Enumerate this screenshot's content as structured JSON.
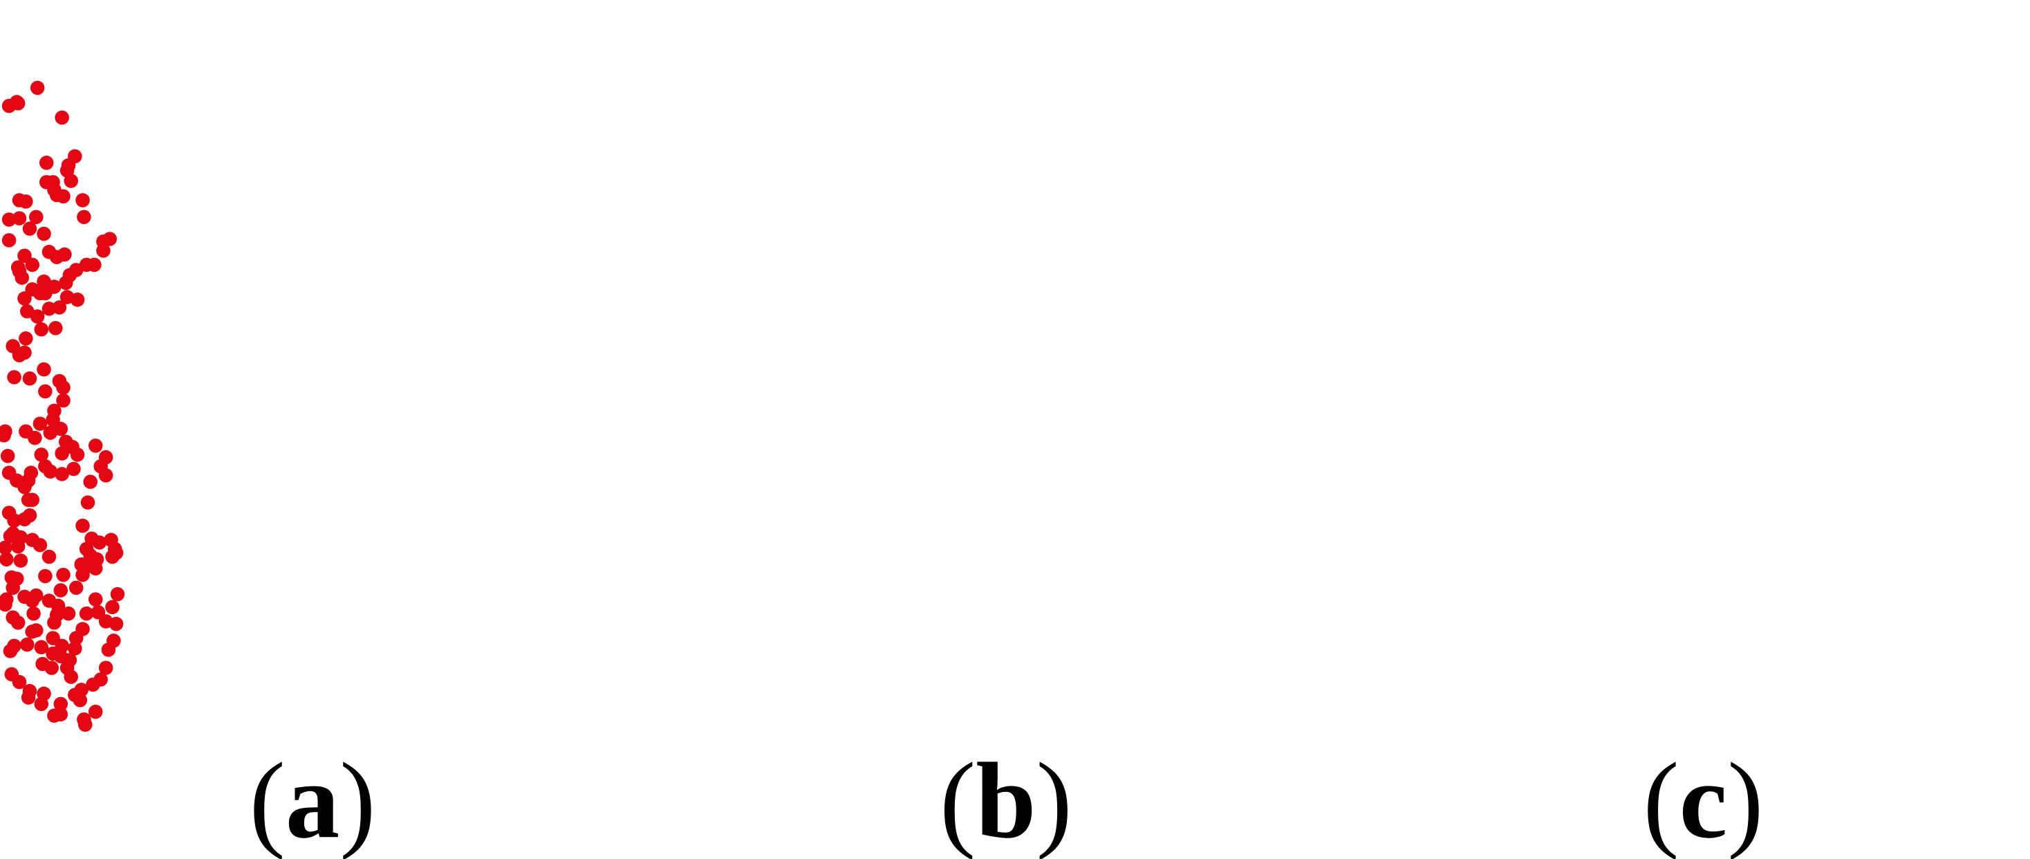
{
  "chart_data": [
    {
      "type": "scatter",
      "panel_label": "a",
      "points": [
        [
          11,
          79,
          "circle",
          "#e30613",
          0
        ],
        [
          12,
          80,
          "circle",
          "#e30613",
          0
        ],
        [
          5,
          82,
          "circle",
          "#e30613",
          0
        ],
        [
          27,
          68,
          "circle",
          "#e30613",
          0
        ],
        [
          46,
          91,
          "circle",
          "#e30613",
          0
        ],
        [
          56,
          121,
          "circle",
          "#e30613",
          0
        ],
        [
          51,
          128,
          "circle",
          "#e30613",
          0
        ],
        [
          39,
          141,
          "circle",
          "#e30613",
          0
        ],
        [
          34,
          141,
          "circle",
          "#e30613",
          0
        ],
        [
          34,
          126,
          "circle",
          "#e30613",
          0
        ],
        [
          40,
          147,
          "circle",
          "#e30613",
          0
        ],
        [
          42,
          151,
          "circle",
          "#e30613",
          0
        ],
        [
          50,
          132,
          "circle",
          "#e30613",
          0
        ],
        [
          53,
          140,
          "circle",
          "#e30613",
          0
        ],
        [
          47,
          152,
          "circle",
          "#e30613",
          0
        ],
        [
          62,
          155,
          "circle",
          "#e30613",
          0
        ],
        [
          63,
          168,
          "circle",
          "#e30613",
          0
        ],
        [
          78,
          187,
          "circle",
          "#e30613",
          0
        ],
        [
          83,
          185,
          "circle",
          "#e30613",
          0
        ],
        [
          78,
          194,
          "circle",
          "#e30613",
          0
        ],
        [
          71,
          205,
          "circle",
          "#e30613",
          0
        ],
        [
          65,
          205,
          "circle",
          "#e30613",
          0
        ],
        [
          57,
          209,
          "circle",
          "#e30613",
          0
        ],
        [
          52,
          213,
          "circle",
          "#e30613",
          0
        ],
        [
          58,
          232,
          "circle",
          "#e30613",
          0
        ],
        [
          50,
          230,
          "circle",
          "#e30613",
          0
        ],
        [
          49,
          219,
          "circle",
          "#e30613",
          0
        ],
        [
          48,
          197,
          "circle",
          "#e30613",
          0
        ],
        [
          42,
          199,
          "circle",
          "#e30613",
          0
        ],
        [
          32,
          218,
          "circle",
          "#e30613",
          0
        ],
        [
          36,
          239,
          "circle",
          "#e30613",
          0
        ],
        [
          41,
          254,
          "circle",
          "#e30613",
          0
        ],
        [
          30,
          255,
          "circle",
          "#e30613",
          0
        ],
        [
          27,
          245,
          "circle",
          "#e30613",
          0
        ],
        [
          29,
          227,
          "circle",
          "#e30613",
          0
        ],
        [
          33,
          227,
          "circle",
          "#e30613",
          0
        ],
        [
          40,
          222,
          "circle",
          "#e30613",
          0
        ],
        [
          44,
          238,
          "circle",
          "#e30613",
          0
        ],
        [
          36,
          195,
          "circle",
          "#e30613",
          0
        ],
        [
          32,
          181,
          "circle",
          "#e30613",
          0
        ],
        [
          26,
          168,
          "circle",
          "#e30613",
          0
        ],
        [
          18,
          156,
          "circle",
          "#e30613",
          0
        ],
        [
          13,
          155,
          "circle",
          "#e30613",
          0
        ],
        [
          21,
          177,
          "circle",
          "#e30613",
          0
        ],
        [
          17,
          198,
          "circle",
          "#e30613",
          0
        ],
        [
          5,
          186,
          "circle",
          "#e30613",
          0
        ],
        [
          5,
          170,
          "circle",
          "#e30613",
          0
        ],
        [
          13,
          169,
          "circle",
          "#e30613",
          0
        ],
        [
          15,
          215,
          "circle",
          "#e30613",
          0
        ],
        [
          12,
          207,
          "circle",
          "#e30613",
          0
        ],
        [
          13,
          210,
          "circle",
          "#e30613",
          0
        ],
        [
          23,
          205,
          "circle",
          "#e30613",
          0
        ],
        [
          23,
          224,
          "circle",
          "#e30613",
          0
        ],
        [
          17,
          231,
          "circle",
          "#e30613",
          0
        ],
        [
          19,
          241,
          "circle",
          "#e30613",
          0
        ],
        [
          18,
          262,
          "circle",
          "#e30613",
          0
        ],
        [
          17,
          273,
          "circle",
          "#e30613",
          0
        ],
        [
          21,
          293,
          "circle",
          "#e30613",
          0
        ],
        [
          8,
          268,
          "circle",
          "#e30613",
          0
        ],
        [
          13,
          275,
          "circle",
          "#e30613",
          0
        ],
        [
          9,
          292,
          "circle",
          "#e30613",
          0
        ],
        [
          32,
          286,
          "circle",
          "#e30613",
          0
        ],
        [
          33,
          303,
          "circle",
          "#e30613",
          0
        ],
        [
          44,
          295,
          "circle",
          "#e30613",
          0
        ],
        [
          47,
          300,
          "circle",
          "#e30613",
          0
        ],
        [
          47,
          310,
          "circle",
          "#e30613",
          0
        ],
        [
          40,
          318,
          "circle",
          "#e30613",
          0
        ],
        [
          39,
          325,
          "circle",
          "#e30613",
          0
        ],
        [
          29,
          328,
          "circle",
          "#e30613",
          0
        ],
        [
          37,
          335,
          "circle",
          "#e30613",
          0
        ],
        [
          45,
          332,
          "circle",
          "#e30613",
          0
        ],
        [
          49,
          342,
          "circle",
          "#e30613",
          0
        ],
        [
          54,
          346,
          "circle",
          "#e30613",
          0
        ],
        [
          46,
          351,
          "circle",
          "#e30613",
          0
        ],
        [
          46,
          367,
          "circle",
          "#e30613",
          0
        ],
        [
          33,
          361,
          "circle",
          "#e30613",
          0
        ],
        [
          37,
          365,
          "circle",
          "#e30613",
          0
        ],
        [
          22,
          366,
          "circle",
          "#e30613",
          0
        ],
        [
          20,
          372,
          "circle",
          "#e30613",
          0
        ],
        [
          17,
          377,
          "circle",
          "#e30613",
          0
        ],
        [
          11,
          372,
          "circle",
          "#e30613",
          0
        ],
        [
          5,
          366,
          "circle",
          "#e30613",
          0
        ],
        [
          4,
          353,
          "circle",
          "#e30613",
          0
        ],
        [
          1,
          337,
          "circle",
          "#e30613",
          0
        ],
        [
          2,
          334,
          "circle",
          "#e30613",
          0
        ],
        [
          18,
          334,
          "circle",
          "#e30613",
          0
        ],
        [
          25,
          339,
          "circle",
          "#e30613",
          0
        ],
        [
          30,
          352,
          "circle",
          "#e30613",
          0
        ],
        [
          55,
          363,
          "circle",
          "#e30613",
          0
        ],
        [
          58,
          352,
          "circle",
          "#e30613",
          0
        ],
        [
          72,
          345,
          "circle",
          "#e30613",
          0
        ],
        [
          80,
          354,
          "circle",
          "#e30613",
          0
        ],
        [
          76,
          361,
          "circle",
          "#e30613",
          0
        ],
        [
          80,
          368,
          "circle",
          "#e30613",
          0
        ],
        [
          68,
          373,
          "circle",
          "#e30613",
          0
        ],
        [
          66,
          389,
          "circle",
          "#e30613",
          0
        ],
        [
          62,
          407,
          "circle",
          "#e30613",
          0
        ],
        [
          65,
          425,
          "circle",
          "#e30613",
          0
        ],
        [
          68,
          438,
          "circle",
          "#e30613",
          0
        ],
        [
          73,
          433,
          "circle",
          "#e30613",
          0
        ],
        [
          61,
          437,
          "circle",
          "#e30613",
          0
        ],
        [
          75,
          420,
          "circle",
          "#e30613",
          0
        ],
        [
          72,
          440,
          "circle",
          "#e30613",
          0
        ],
        [
          68,
          430,
          "circle",
          "#e30613",
          0
        ],
        [
          69,
          417,
          "circle",
          "#e30613",
          0
        ],
        [
          84,
          418,
          "circle",
          "#e30613",
          0
        ],
        [
          87,
          425,
          "circle",
          "#e30613",
          0
        ],
        [
          85,
          431,
          "circle",
          "#e30613",
          0
        ],
        [
          88,
          428,
          "circle",
          "#e30613",
          0
        ],
        [
          89,
          460,
          "circle",
          "#e30613",
          0
        ],
        [
          85,
          470,
          "circle",
          "#e30613",
          0
        ],
        [
          72,
          464,
          "circle",
          "#e30613",
          0
        ],
        [
          65,
          475,
          "circle",
          "#e30613",
          0
        ],
        [
          51,
          475,
          "circle",
          "#e30613",
          0
        ],
        [
          43,
          469,
          "circle",
          "#e30613",
          0
        ],
        [
          42,
          476,
          "circle",
          "#e30613",
          0
        ],
        [
          45,
          457,
          "circle",
          "#e30613",
          0
        ],
        [
          57,
          455,
          "circle",
          "#e30613",
          0
        ],
        [
          62,
          445,
          "circle",
          "#e30613",
          0
        ],
        [
          47,
          445,
          "circle",
          "#e30613",
          0
        ],
        [
          33,
          446,
          "circle",
          "#e30613",
          0
        ],
        [
          36,
          431,
          "circle",
          "#e30613",
          0
        ],
        [
          29,
          422,
          "circle",
          "#e30613",
          0
        ],
        [
          23,
          418,
          "circle",
          "#e30613",
          0
        ],
        [
          21,
          399,
          "circle",
          "#e30613",
          0
        ],
        [
          20,
          387,
          "circle",
          "#e30613",
          0
        ],
        [
          23,
          387,
          "circle",
          "#e30613",
          0
        ],
        [
          5,
          397,
          "circle",
          "#e30613",
          0
        ],
        [
          8,
          413,
          "circle",
          "#e30613",
          0
        ],
        [
          2,
          424,
          "circle",
          "#e30613",
          0
        ],
        [
          3,
          433,
          "circle",
          "#e30613",
          0
        ],
        [
          7,
          447,
          "circle",
          "#e30613",
          0
        ],
        [
          11,
          448,
          "circle",
          "#e30613",
          0
        ],
        [
          14,
          434,
          "circle",
          "#e30613",
          0
        ],
        [
          12,
          423,
          "circle",
          "#e30613",
          0
        ],
        [
          9,
          403,
          "circle",
          "#e30613",
          0
        ],
        [
          17,
          402,
          "circle",
          "#e30613",
          0
        ],
        [
          14,
          416,
          "circle",
          "#e30613",
          0
        ],
        [
          6,
          415,
          "circle",
          "#e30613",
          0
        ],
        [
          8,
          455,
          "circle",
          "#e30613",
          0
        ],
        [
          17,
          462,
          "circle",
          "#e30613",
          0
        ],
        [
          26,
          461,
          "circle",
          "#e30613",
          0
        ],
        [
          36,
          465,
          "circle",
          "#e30613",
          0
        ],
        [
          40,
          482,
          "circle",
          "#e30613",
          0
        ],
        [
          39,
          494,
          "circle",
          "#e30613",
          0
        ],
        [
          46,
          500,
          "circle",
          "#e30613",
          0
        ],
        [
          45,
          508,
          "circle",
          "#e30613",
          0
        ],
        [
          52,
          511,
          "circle",
          "#e30613",
          0
        ],
        [
          53,
          524,
          "circle",
          "#e30613",
          0
        ],
        [
          61,
          534,
          "circle",
          "#e30613",
          0
        ],
        [
          70,
          530,
          "circle",
          "#e30613",
          0
        ],
        [
          76,
          526,
          "circle",
          "#e30613",
          0
        ],
        [
          80,
          517,
          "circle",
          "#e30613",
          0
        ],
        [
          82,
          503,
          "circle",
          "#e30613",
          0
        ],
        [
          86,
          496,
          "circle",
          "#e30613",
          0
        ],
        [
          88,
          483,
          "circle",
          "#e30613",
          0
        ],
        [
          80,
          481,
          "circle",
          "#e30613",
          0
        ],
        [
          74,
          474,
          "circle",
          "#e30613",
          0
        ],
        [
          62,
          487,
          "circle",
          "#e30613",
          0
        ],
        [
          57,
          494,
          "circle",
          "#e30613",
          0
        ],
        [
          56,
          502,
          "circle",
          "#e30613",
          0
        ],
        [
          50,
          517,
          "circle",
          "#e30613",
          0
        ],
        [
          39,
          506,
          "circle",
          "#e30613",
          0
        ],
        [
          38,
          517,
          "circle",
          "#e30613",
          0
        ],
        [
          31,
          514,
          "circle",
          "#e30613",
          0
        ],
        [
          30,
          501,
          "circle",
          "#e30613",
          0
        ],
        [
          26,
          488,
          "circle",
          "#e30613",
          0
        ],
        [
          23,
          489,
          "circle",
          "#e30613",
          0
        ],
        [
          24,
          475,
          "circle",
          "#e30613",
          0
        ],
        [
          23,
          465,
          "circle",
          "#e30613",
          0
        ],
        [
          8,
          478,
          "circle",
          "#e30613",
          0
        ],
        [
          2,
          468,
          "circle",
          "#e30613",
          0
        ],
        [
          3,
          464,
          "circle",
          "#e30613",
          0
        ],
        [
          12,
          482,
          "circle",
          "#e30613",
          0
        ],
        [
          19,
          499,
          "circle",
          "#e30613",
          0
        ],
        [
          9,
          500,
          "circle",
          "#e30613",
          0
        ],
        [
          6,
          504,
          "circle",
          "#e30613",
          0
        ],
        [
          7,
          522,
          "circle",
          "#e30613",
          0
        ],
        [
          13,
          528,
          "circle",
          "#e30613",
          0
        ],
        [
          21,
          535,
          "circle",
          "#e30613",
          0
        ],
        [
          20,
          540,
          "circle",
          "#e30613",
          0
        ],
        [
          32,
          537,
          "circle",
          "#e30613",
          0
        ],
        [
          30,
          545,
          "circle",
          "#e30613",
          0
        ],
        [
          40,
          554,
          "circle",
          "#e30613",
          0
        ],
        [
          45,
          553,
          "circle",
          "#e30613",
          0
        ],
        [
          45,
          545,
          "circle",
          "#e30613",
          0
        ],
        [
          56,
          538,
          "circle",
          "#e30613",
          0
        ],
        [
          60,
          542,
          "circle",
          "#e30613",
          0
        ],
        [
          63,
          557,
          "circle",
          "#e30613",
          0
        ],
        [
          64,
          561,
          "circle",
          "#e30613",
          0
        ],
        [
          72,
          551,
          "circle",
          "#e30613",
          0
        ]
      ]
    },
    {
      "type": "scatter",
      "panel_label": "b",
      "points": []
    },
    {
      "type": "scatter",
      "panel_label": "c",
      "points": []
    }
  ]
}
